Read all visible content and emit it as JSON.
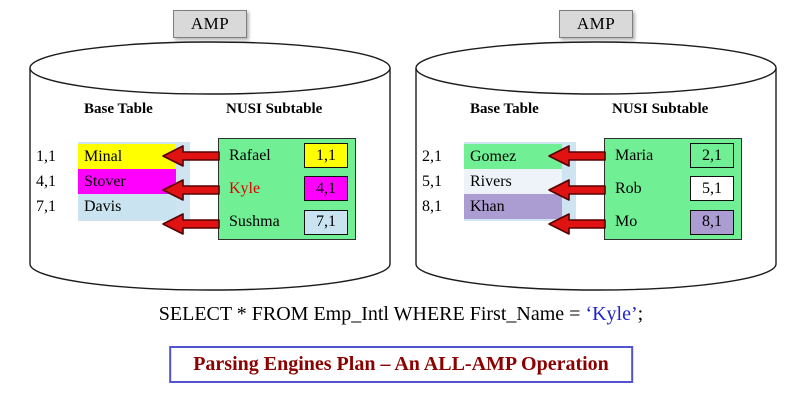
{
  "left_amp": {
    "label": "AMP",
    "base_table": {
      "header": "Base Table",
      "panel_bg": "#cfe4f1",
      "rows": [
        {
          "rowid": "1,1",
          "name": "Minal",
          "bg": "#ffff00"
        },
        {
          "rowid": "4,1",
          "name": "Stover",
          "bg": "#ff00ff"
        },
        {
          "rowid": "7,1",
          "name": "Davis",
          "bg": "#c9e4f0"
        }
      ]
    },
    "nusi_table": {
      "header": "NUSI Subtable",
      "bg": "#70ef94",
      "rows": [
        {
          "name": "Rafael",
          "rowid": "1,1",
          "cell_bg": "#ffff00",
          "name_color": "#000000"
        },
        {
          "name": "Kyle",
          "rowid": "4,1",
          "cell_bg": "#ff00ff",
          "name_color": "#e00000"
        },
        {
          "name": "Sushma",
          "rowid": "7,1",
          "cell_bg": "#c9e4f0",
          "name_color": "#000000"
        }
      ]
    }
  },
  "right_amp": {
    "label": "AMP",
    "base_table": {
      "header": "Base Table",
      "panel_bg": "#cfe4f1",
      "rows": [
        {
          "rowid": "2,1",
          "name": "Gomez",
          "bg": "#70ef94"
        },
        {
          "rowid": "5,1",
          "name": "Rivers",
          "bg": "#edf3f8"
        },
        {
          "rowid": "8,1",
          "name": "Khan",
          "bg": "#ab9cd2"
        }
      ]
    },
    "nusi_table": {
      "header": "NUSI Subtable",
      "bg": "#70ef94",
      "rows": [
        {
          "name": "Maria",
          "rowid": "2,1",
          "cell_bg": "#70ef94",
          "name_color": "#000000"
        },
        {
          "name": "Rob",
          "rowid": "5,1",
          "cell_bg": "#ffffff",
          "name_color": "#000000"
        },
        {
          "name": "Mo",
          "rowid": "8,1",
          "cell_bg": "#ab9cd2",
          "name_color": "#000000"
        }
      ]
    }
  },
  "arrow": {
    "fill": "#e01212",
    "stroke": "#550000"
  },
  "icons": {
    "row_pointer": "left-arrow"
  },
  "query": {
    "prefix": "SELECT * FROM Emp_Intl WHERE First_Name = ",
    "highlight": "‘Kyle’",
    "suffix": ";",
    "highlight_color": "#2323cc"
  },
  "caption": {
    "text": "Parsing Engines Plan – An ALL-AMP Operation",
    "text_color": "#8b0000",
    "border_color": "#5353cf"
  }
}
